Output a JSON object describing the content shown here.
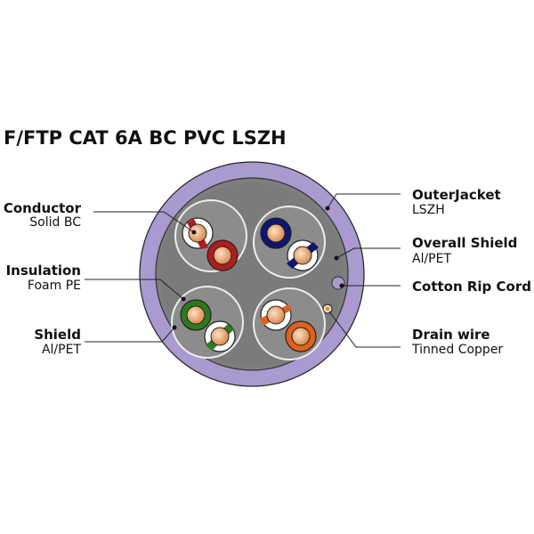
{
  "title": "F/FTP CAT 6A BC PVC LSZH",
  "labels": {
    "conductor": {
      "name": "Conductor",
      "detail": "Solid BC"
    },
    "insulation": {
      "name": "Insulation",
      "detail": "Foam PE"
    },
    "shield": {
      "name": "Shield",
      "detail": "Al/PET"
    },
    "outer_jacket": {
      "name": "OuterJacket",
      "detail": "LSZH"
    },
    "overall_shield": {
      "name": "Overall Shield",
      "detail": "Al/PET"
    },
    "rip_cord": {
      "name": "Cotton Rip Cord"
    },
    "drain_wire": {
      "name": "Drain wire",
      "detail": "Tinned Copper"
    }
  },
  "colors": {
    "jacket": "#a99bd0",
    "jacket_inner": "#7b7b7b",
    "pair_fill": "#8c8c8c",
    "shield_ring": "#e8e8e8",
    "copper": "#f5c99a",
    "copper_core": "#e9a66f",
    "pair_colors": [
      "#b01e1e",
      "#0d1670",
      "#2d7a1c",
      "#e0601a"
    ]
  }
}
